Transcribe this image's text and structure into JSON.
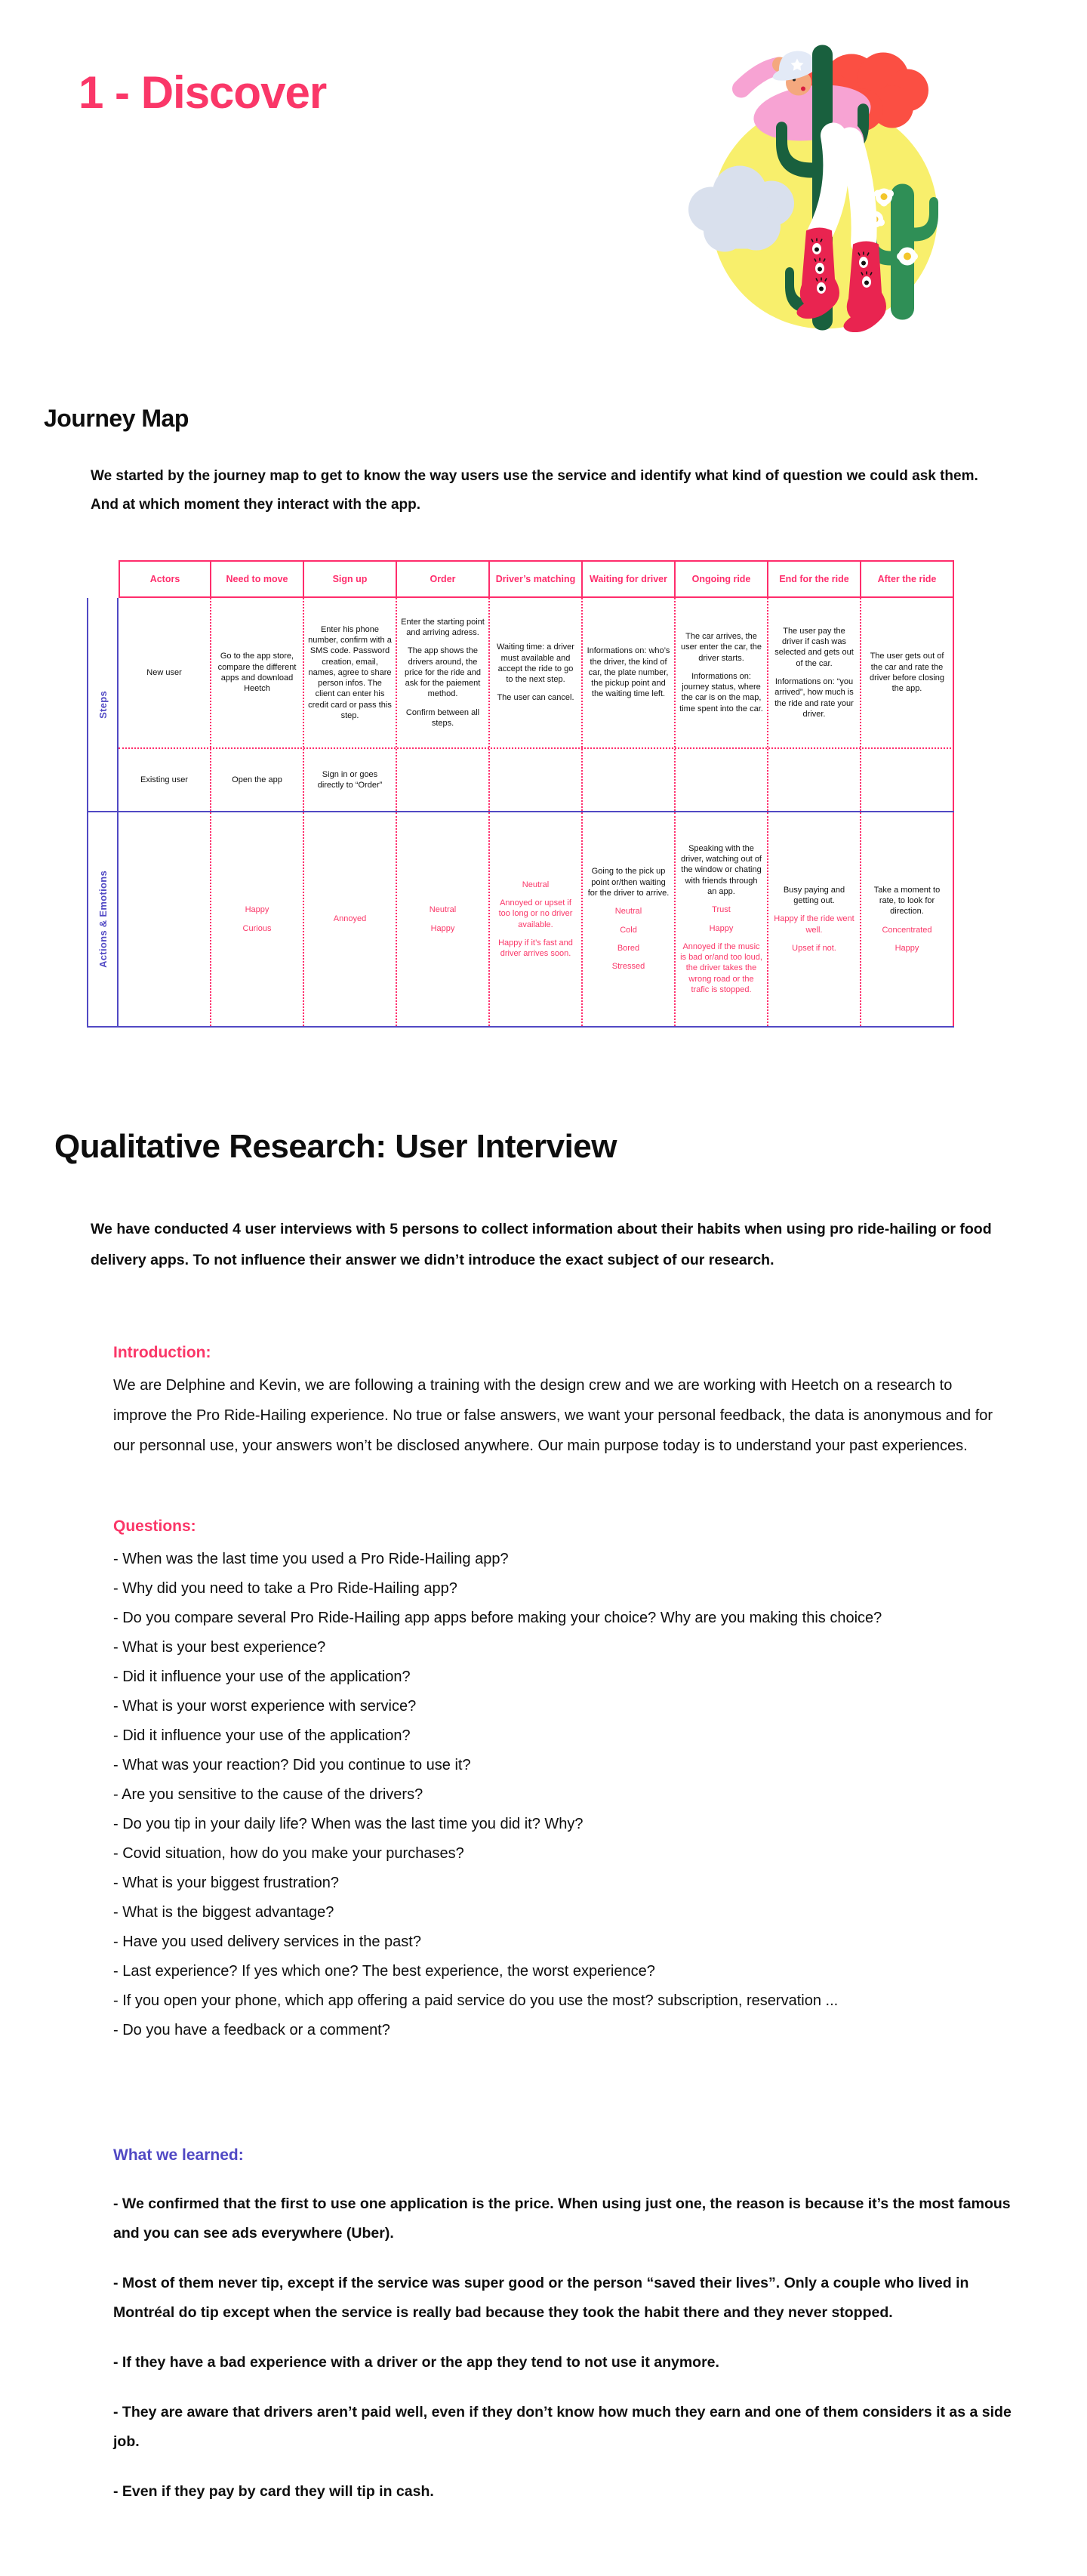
{
  "colors": {
    "pink": "#FA3768",
    "purple": "#5149C4",
    "border_pink": "#FF2D6C",
    "sun_yellow": "#F8EF6C"
  },
  "page": {
    "title": "1 - Discover",
    "illustration": "cowgirl-climbing-cactus"
  },
  "journey": {
    "heading": "Journey Map",
    "intro": "We started by the journey map to get to know the way users use the service and identify what kind of question we could ask them. And at which moment they interact with the app."
  },
  "journey_table": {
    "columns": [
      "Actors",
      "Need to move",
      "Sign up",
      "Order",
      "Driver’s matching",
      "Waiting for driver",
      "Ongoing ride",
      "End for the ride",
      "After the ride"
    ],
    "row_groups": [
      {
        "label": "Steps",
        "rows": [
          {
            "cells": [
              [
                {
                  "text": "New user",
                  "color": "black"
                }
              ],
              [
                {
                  "text": "Go to the app store, compare the different apps and download Heetch",
                  "color": "black"
                }
              ],
              [
                {
                  "text": "Enter his phone number, confirm with a SMS code. Password creation, email, names, agree to share person infos. The client can enter his credit card or pass this step.",
                  "color": "black"
                }
              ],
              [
                {
                  "text": "Enter the starting point and arriving adress.",
                  "color": "black"
                },
                {
                  "text": "The app shows the drivers around, the price for the ride and ask for the paiement method.",
                  "color": "black"
                },
                {
                  "text": "Confirm between all steps.",
                  "color": "black"
                }
              ],
              [
                {
                  "text": "Waiting time: a driver must available and accept the ride to go to the next step.",
                  "color": "black"
                },
                {
                  "text": "The user can cancel.",
                  "color": "black"
                }
              ],
              [
                {
                  "text": "Informations on: who’s the driver, the kind of car, the plate number, the pickup point and the waiting time left.",
                  "color": "black"
                }
              ],
              [
                {
                  "text": "The car arrives, the user enter the car, the driver starts.",
                  "color": "black"
                },
                {
                  "text": "Informations on: journey status, where the car is on the map, time spent into the car.",
                  "color": "black"
                }
              ],
              [
                {
                  "text": "The user pay the driver if cash was selected and gets out of the car.",
                  "color": "black"
                },
                {
                  "text": "Informations on: “you arrived”, how much is the ride and rate your driver.",
                  "color": "black"
                }
              ],
              [
                {
                  "text": "The user gets out of the car and rate the driver before closing the app.",
                  "color": "black"
                }
              ]
            ]
          },
          {
            "cells": [
              [
                {
                  "text": "Existing user",
                  "color": "black"
                }
              ],
              [
                {
                  "text": "Open the app",
                  "color": "black"
                }
              ],
              [
                {
                  "text": "Sign in or goes directly to “Order”",
                  "color": "black"
                }
              ],
              [],
              [],
              [],
              [],
              [],
              []
            ]
          }
        ]
      },
      {
        "label": "Actions & Emotions",
        "rows": [
          {
            "cells": [
              [],
              [
                {
                  "text": "Happy",
                  "color": "pink"
                },
                {
                  "text": "Curious",
                  "color": "pink"
                }
              ],
              [
                {
                  "text": "Annoyed",
                  "color": "pink"
                }
              ],
              [
                {
                  "text": "Neutral",
                  "color": "pink"
                },
                {
                  "text": "Happy",
                  "color": "pink"
                }
              ],
              [
                {
                  "text": "Neutral",
                  "color": "pink"
                },
                {
                  "text": "Annoyed or upset if too long or no driver available.",
                  "color": "pink"
                },
                {
                  "text": "Happy if it’s fast and driver arrives soon.",
                  "color": "pink"
                }
              ],
              [
                {
                  "text": "Going to the pick up point or/then waiting for the driver to arrive.",
                  "color": "black"
                },
                {
                  "text": "Neutral",
                  "color": "pink"
                },
                {
                  "text": "Cold",
                  "color": "pink"
                },
                {
                  "text": "Bored",
                  "color": "pink"
                },
                {
                  "text": "Stressed",
                  "color": "pink"
                }
              ],
              [
                {
                  "text": "Speaking with the driver, watching out of the window or chating with friends through an app.",
                  "color": "black"
                },
                {
                  "text": "Trust",
                  "color": "pink"
                },
                {
                  "text": "Happy",
                  "color": "pink"
                },
                {
                  "text": "Annoyed if the music is bad or/and too loud, the driver takes the wrong road or the trafic is stopped.",
                  "color": "pink"
                }
              ],
              [
                {
                  "text": "Busy paying and getting out.",
                  "color": "black"
                },
                {
                  "text": "Happy if the ride went well.",
                  "color": "pink"
                },
                {
                  "text": "Upset if not.",
                  "color": "pink"
                }
              ],
              [
                {
                  "text": "Take a moment to rate, to look for direction.",
                  "color": "black"
                },
                {
                  "text": "Concentrated",
                  "color": "pink"
                },
                {
                  "text": "Happy",
                  "color": "pink"
                }
              ]
            ]
          }
        ]
      }
    ]
  },
  "qualitative": {
    "heading": "Qualitative Research: User Interview",
    "lead": "We have conducted 4 user interviews with 5 persons to collect information about their habits when using pro ride-hailing or food delivery apps. To not influence their answer we didn’t introduce the exact subject of our research.",
    "introduction": {
      "label": "Introduction:",
      "text": "We are Delphine and Kevin, we are following a training with the design crew and we are working with Heetch on a research to improve the Pro Ride-Hailing experience. No true or false answers, we want your personal feedback, the data is anonymous and for our personnal use, your answers won’t be disclosed anywhere. Our main purpose today is to understand your past experiences."
    },
    "questions": {
      "label": "Questions:",
      "items": [
        "- When was the last time you used a Pro Ride-Hailing app?",
        "- Why did you need to take a Pro Ride-Hailing app?",
        "- Do you compare several Pro Ride-Hailing app apps before making your choice? Why are you making this choice?",
        "- What is your best experience?",
        "- Did it influence your use of the application?",
        "- What is your worst experience with service?",
        "- Did it influence your use of the application?",
        "- What was your reaction? Did you continue to use it?",
        "- Are you sensitive to the cause of the drivers?",
        "- Do you tip in your daily life? When was the last time you did it? Why?",
        "- Covid situation, how do you make your purchases?",
        "- What is your biggest frustration?",
        "- What is the biggest advantage?",
        "- Have you used delivery services in the past?",
        "- Last experience? If yes which one? The best experience, the worst experience?",
        "- If you open your phone, which app offering a paid service do you use the most? subscription, reservation ...",
        "- Do you have a feedback or a comment?"
      ]
    },
    "learned": {
      "label": "What we learned:",
      "items": [
        "- We confirmed that the first to use one application is the price. When using just one, the reason is because it’s the most famous and you can see ads everywhere (Uber).",
        "- Most of them never tip, except if the service was super good or the person “saved their lives”. Only a couple who lived in Montréal do tip except when the service is really bad because they took the habit there and they never stopped.",
        "- If they have a bad experience with a driver or the app they tend to not use it anymore.",
        "- They are aware that drivers aren’t paid well, even if they don’t know how much they earn and one of them considers it as a side job.",
        "- Even if they pay by card they will tip in cash."
      ]
    }
  }
}
